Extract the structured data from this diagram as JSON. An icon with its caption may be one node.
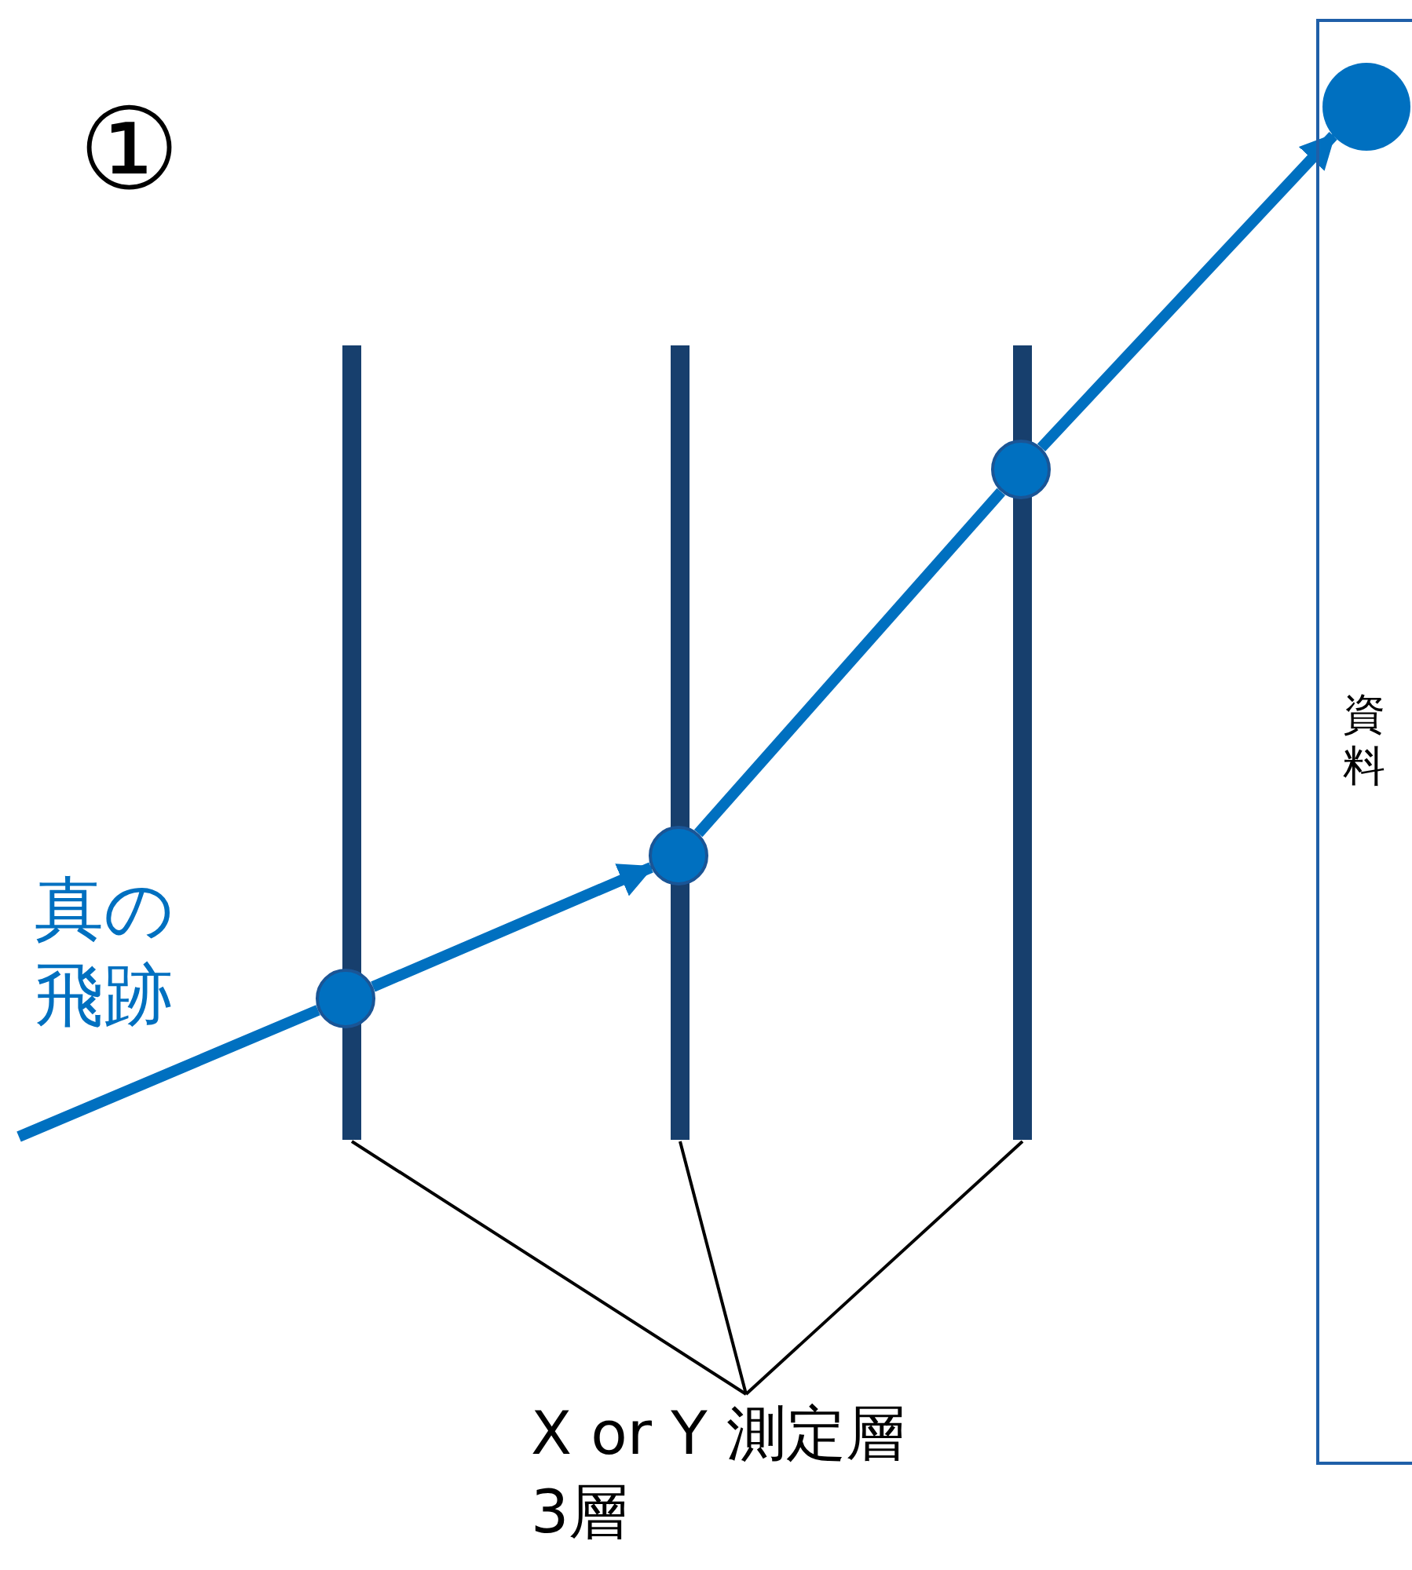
{
  "diagram": {
    "nodes": [
      {
        "text": [],
        "shape": "bar"
      },
      {
        "text": [],
        "shape": "bar"
      },
      {
        "text": [],
        "shape": "bar"
      },
      {
        "text": [],
        "shape": "circle"
      },
      {
        "text": [],
        "shape": "circle"
      },
      {
        "text": [],
        "shape": "circle"
      },
      {
        "text": [],
        "shape": "circle",
        "in": 7
      },
      {
        "text": [
          "資料"
        ]
      },
      {
        "text": [
          "X or Y 測定層",
          "3層"
        ]
      }
    ],
    "edges": [
      {
        "from": null,
        "to": 3,
        "arrow": "none",
        "color": "#0070c0"
      },
      {
        "from": 3,
        "to": 4,
        "arrow": "to",
        "color": "#0070c0"
      },
      {
        "from": 4,
        "to": 5,
        "arrow": "none",
        "color": "#0070c0"
      },
      {
        "from": 5,
        "to": 6,
        "arrow": "to",
        "color": "#0070c0"
      },
      {
        "from": 8,
        "to": 0,
        "arrow": "none",
        "color": "#000000"
      },
      {
        "from": 8,
        "to": 1,
        "arrow": "none",
        "color": "#000000"
      },
      {
        "from": 8,
        "to": 2,
        "arrow": "none",
        "color": "#000000"
      }
    ],
    "labels": [
      "①",
      "真の飛跡"
    ]
  }
}
